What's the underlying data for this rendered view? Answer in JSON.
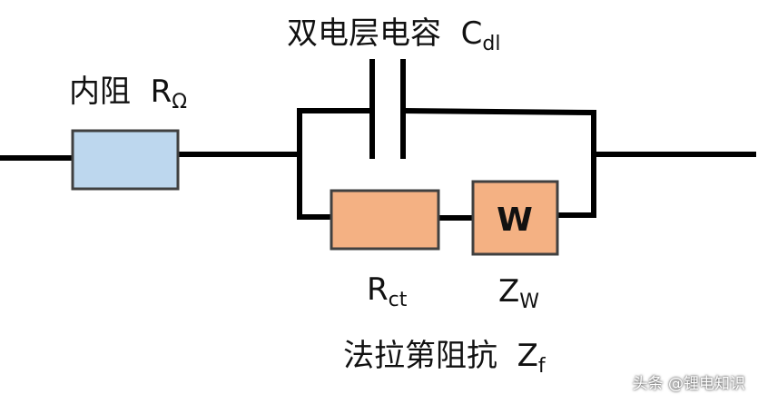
{
  "diagram": {
    "labels": {
      "capacitor": {
        "name": "双电层电容",
        "symbol": "C",
        "subscript": "dl"
      },
      "internal_resistance": {
        "name": "内阻",
        "symbol": "R",
        "subscript": "Ω"
      },
      "charge_transfer": {
        "symbol": "R",
        "subscript": "ct"
      },
      "warburg": {
        "symbol": "Z",
        "subscript": "W"
      },
      "faradaic_impedance": {
        "name": "法拉第阻抗",
        "symbol": "Z",
        "subscript": "f"
      }
    },
    "warburg_box_text": "W",
    "watermark": "头条 @锂电知识",
    "colors": {
      "wire": "#000000",
      "internal_resistor_fill": "#bdd7ee",
      "rct_fill": "#f4b183",
      "warburg_fill": "#f4b183",
      "component_border": "#404040"
    }
  }
}
